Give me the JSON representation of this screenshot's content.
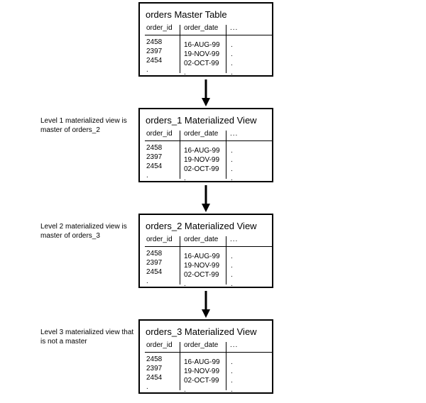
{
  "tables": [
    {
      "title": "orders Master Table",
      "col_id": "order_id",
      "col_date": "order_date",
      "col_more": "...",
      "ids": "2458\n2397\n2454\n.",
      "dates": "16-AUG-99\n19-NOV-99\n02-OCT-99\n.",
      "more": ".\n.\n.\n."
    },
    {
      "title": "orders_1 Materialized View",
      "col_id": "order_id",
      "col_date": "order_date",
      "col_more": "...",
      "ids": "2458\n2397\n2454\n.",
      "dates": "16-AUG-99\n19-NOV-99\n02-OCT-99\n.",
      "more": ".\n.\n.\n."
    },
    {
      "title": "orders_2 Materialized View",
      "col_id": "order_id",
      "col_date": "order_date",
      "col_more": "...",
      "ids": "2458\n2397\n2454\n.",
      "dates": "16-AUG-99\n19-NOV-99\n02-OCT-99\n.",
      "more": ".\n.\n.\n."
    },
    {
      "title": "orders_3 Materialized View",
      "col_id": "order_id",
      "col_date": "order_date",
      "col_more": "...",
      "ids": "2458\n2397\n2454\n.",
      "dates": "16-AUG-99\n19-NOV-99\n02-OCT-99\n.",
      "more": ".\n.\n.\n."
    }
  ],
  "notes": {
    "level1": "Level 1 materialized view is master of orders_2",
    "level2": "Level 2 materialized view is master of orders_3",
    "level3": "Level 3 materialized view that is not a master"
  }
}
